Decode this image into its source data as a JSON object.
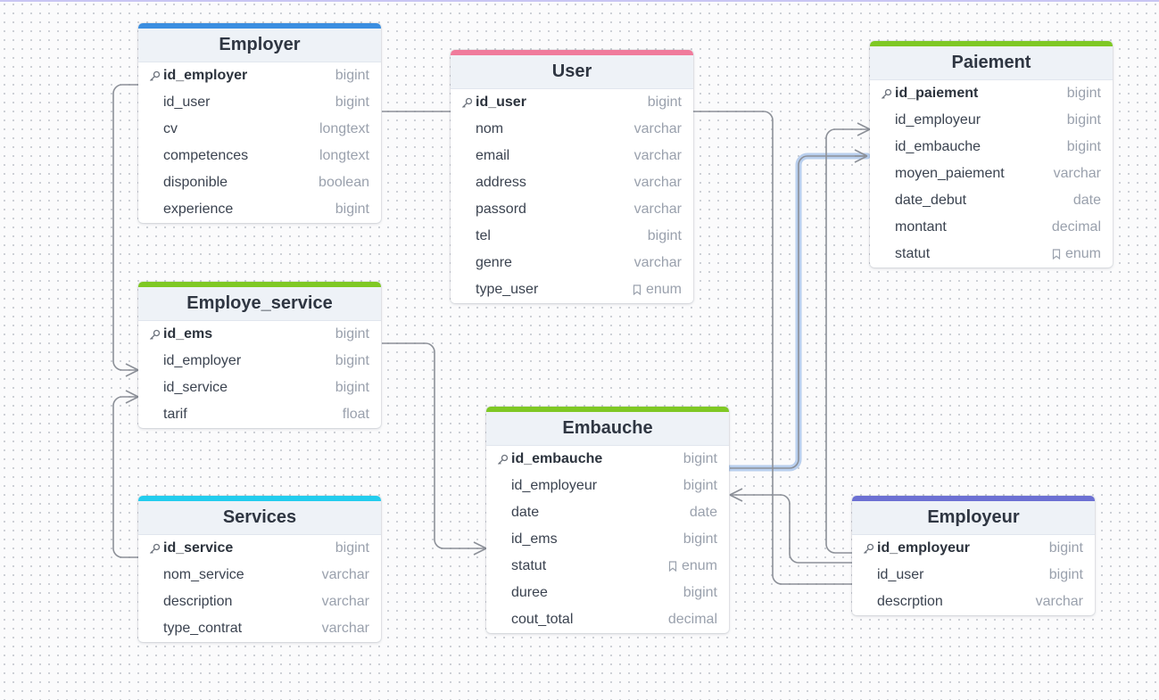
{
  "colors": {
    "blue": "#3b8ee0",
    "pink": "#f07b9c",
    "green": "#7fc824",
    "cyan": "#22ccee",
    "purple": "#6c70d3",
    "link": "#8c9098",
    "highlight": "#b9cfee"
  },
  "tables": {
    "employer": {
      "title": "Employer",
      "columns": [
        {
          "name": "id_employer",
          "type": "bigint"
        },
        {
          "name": "id_user",
          "type": "bigint"
        },
        {
          "name": "cv",
          "type": "longtext"
        },
        {
          "name": "competences",
          "type": "longtext"
        },
        {
          "name": "disponible",
          "type": "boolean"
        },
        {
          "name": "experience",
          "type": "bigint"
        }
      ]
    },
    "user": {
      "title": "User",
      "columns": [
        {
          "name": "id_user",
          "type": "bigint"
        },
        {
          "name": "nom",
          "type": "varchar"
        },
        {
          "name": "email",
          "type": "varchar"
        },
        {
          "name": "address",
          "type": "varchar"
        },
        {
          "name": "passord",
          "type": "varchar"
        },
        {
          "name": "tel",
          "type": "bigint"
        },
        {
          "name": "genre",
          "type": "varchar"
        },
        {
          "name": "type_user",
          "type": "enum"
        }
      ]
    },
    "paiement": {
      "title": "Paiement",
      "columns": [
        {
          "name": "id_paiement",
          "type": "bigint"
        },
        {
          "name": "id_employeur",
          "type": "bigint"
        },
        {
          "name": "id_embauche",
          "type": "bigint"
        },
        {
          "name": "moyen_paiement",
          "type": "varchar"
        },
        {
          "name": "date_debut",
          "type": "date"
        },
        {
          "name": "montant",
          "type": "decimal"
        },
        {
          "name": "statut",
          "type": "enum"
        }
      ]
    },
    "employe_service": {
      "title": "Employe_service",
      "columns": [
        {
          "name": "id_ems",
          "type": "bigint"
        },
        {
          "name": "id_employer",
          "type": "bigint"
        },
        {
          "name": "id_service",
          "type": "bigint"
        },
        {
          "name": "tarif",
          "type": "float"
        }
      ]
    },
    "embauche": {
      "title": "Embauche",
      "columns": [
        {
          "name": "id_embauche",
          "type": "bigint"
        },
        {
          "name": "id_employeur",
          "type": "bigint"
        },
        {
          "name": "date",
          "type": "date"
        },
        {
          "name": "id_ems",
          "type": "bigint"
        },
        {
          "name": "statut",
          "type": "enum"
        },
        {
          "name": "duree",
          "type": "bigint"
        },
        {
          "name": "cout_total",
          "type": "decimal"
        }
      ]
    },
    "services": {
      "title": "Services",
      "columns": [
        {
          "name": "id_service",
          "type": "bigint"
        },
        {
          "name": "nom_service",
          "type": "varchar"
        },
        {
          "name": "description",
          "type": "varchar"
        },
        {
          "name": "type_contrat",
          "type": "varchar"
        }
      ]
    },
    "employeur": {
      "title": "Employeur",
      "columns": [
        {
          "name": "id_employeur",
          "type": "bigint"
        },
        {
          "name": "id_user",
          "type": "bigint"
        },
        {
          "name": "descrption",
          "type": "varchar"
        }
      ]
    }
  }
}
